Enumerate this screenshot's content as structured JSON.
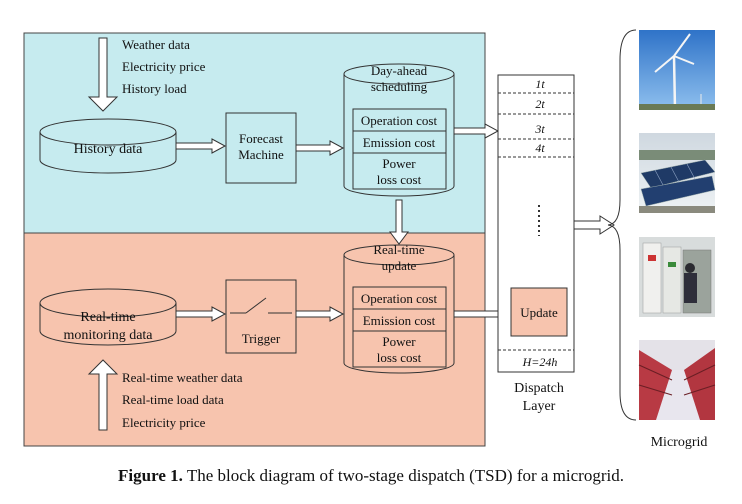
{
  "stage1": {
    "inputs": [
      "Weather data",
      "Electricity price",
      "History load"
    ],
    "history_db": "History data",
    "forecast": [
      "Forecast",
      "Machine"
    ],
    "day_ahead_title": [
      "Day-ahead",
      "scheduling"
    ],
    "costs": [
      "Operation cost",
      "Emission cost",
      [
        "Power",
        "loss cost"
      ]
    ]
  },
  "stage2": {
    "monitor_db": [
      "Real-time",
      "monitoring data"
    ],
    "trigger": "Trigger",
    "realtime_title": [
      "Real-time",
      "update"
    ],
    "costs": [
      "Operation cost",
      "Emission cost",
      [
        "Power",
        "loss cost"
      ]
    ],
    "inputs": [
      "Real-time weather data",
      "Real-time load data",
      "Electricity price"
    ]
  },
  "dispatch": {
    "slots": [
      "1t",
      "2t",
      "3t",
      "4t",
      "H=24h"
    ],
    "update": "Update",
    "label": [
      "Dispatch",
      "Layer"
    ]
  },
  "microgrid": {
    "label": "Microgrid",
    "images": [
      "wind-turbine-photo",
      "solar-panel-photo",
      "control-room-photo",
      "battery-storage-photo"
    ]
  },
  "caption": {
    "label": "Figure 1.",
    "text": "The block diagram of two-stage dispatch (TSD) for a microgrid."
  },
  "colors": {
    "stage1_bg": "#c6ebef",
    "stage2_bg": "#f7c4ae"
  }
}
